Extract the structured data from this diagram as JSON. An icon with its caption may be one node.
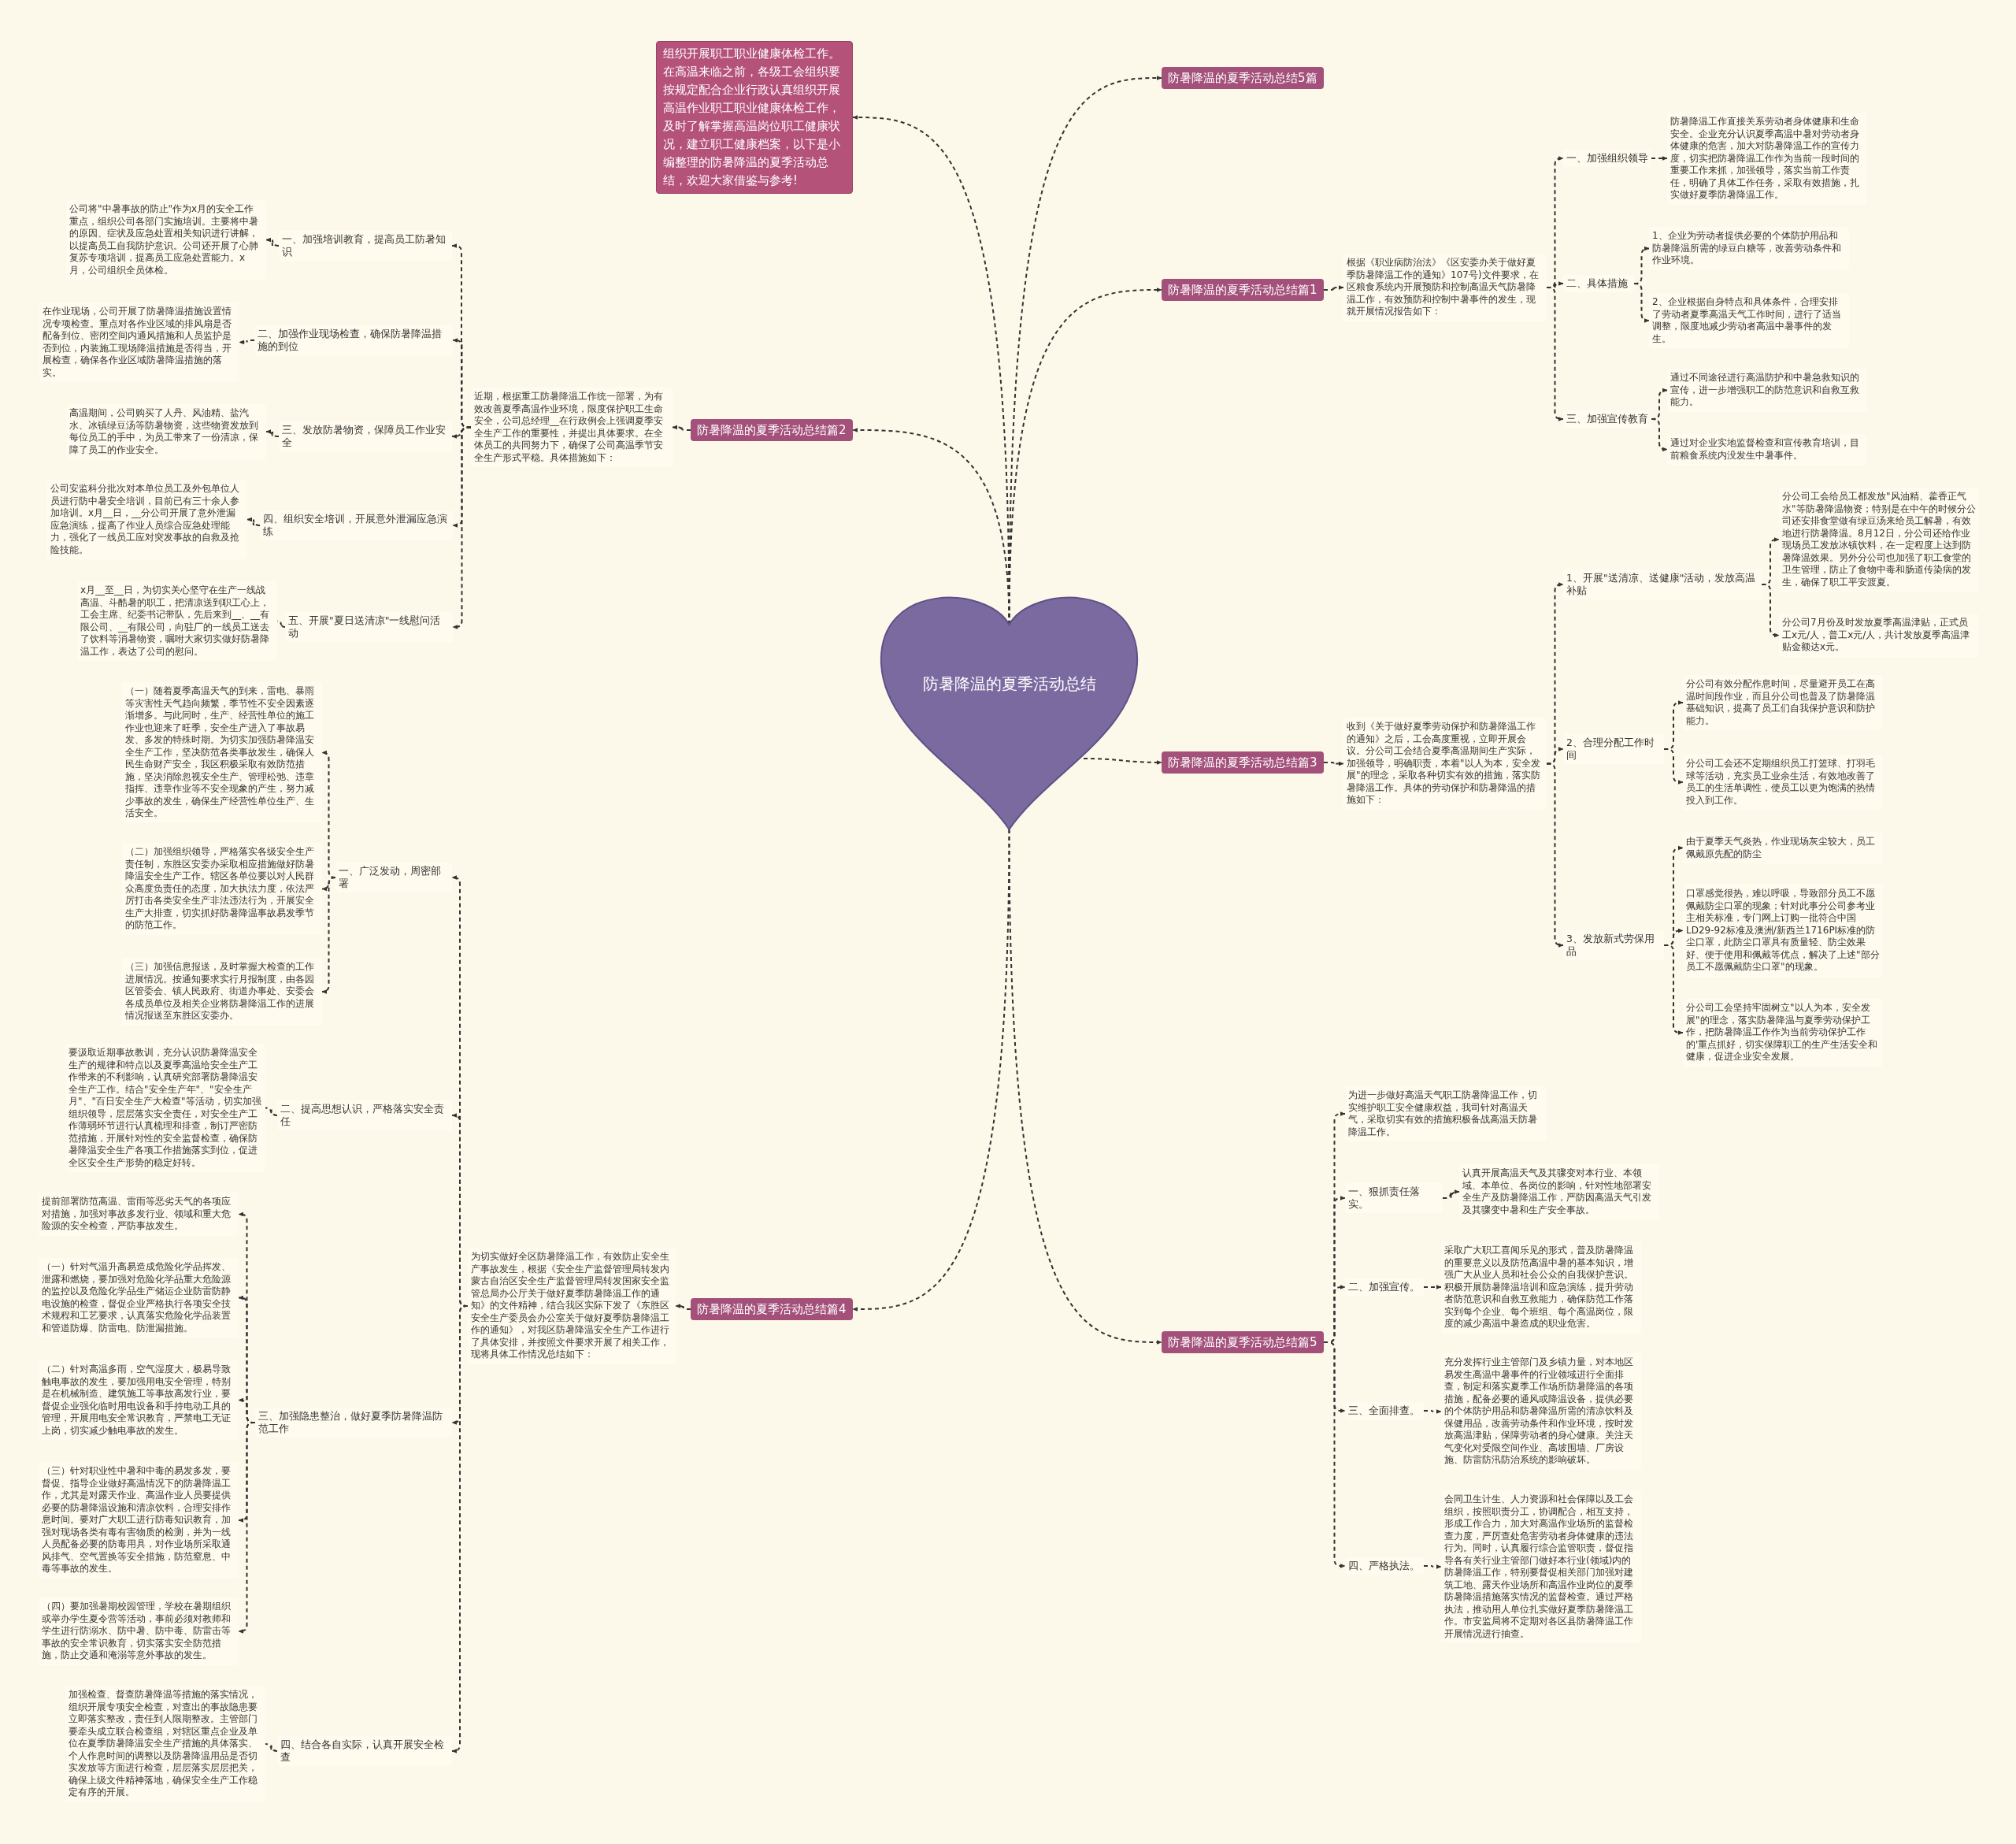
{
  "diagram": {
    "nodes": [
      {
        "text": [
          "防暑降温的夏季活动总结"
        ]
      },
      {
        "text": [
          "组织开展职工职业健康体检工作。在高温来临之前，各级工会组织要按规定配合企业行政认真组织开展高温作业职工职业健康体检工作，及时了解掌握高温岗位职工健康状况，建立职工健康档案，以下是小编整理的防暑降温的夏季活动总结，欢迎大家借鉴与参考!"
        ]
      },
      {
        "text": [
          "防暑降温的夏季活动总结5篇"
        ]
      },
      {
        "text": [
          "防暑降温的夏季活动总结篇1"
        ]
      },
      {
        "text": [
          "根据《职业病防治法》《区安委办关于做好夏季防暑降温工作的通知》107号)文件要求，在区粮食系统内开展预防和控制高温天气防暑降温工作，有效预防和控制中暑事件的发生，现就开展情况报告如下："
        ]
      },
      {
        "text": [
          "一、加强组织领导"
        ]
      },
      {
        "text": [
          "防暑降温工作直接关系劳动者身体健康和生命安全。企业充分认识夏季高温中暑对劳动者身体健康的危害，加大对防暑降温工作的宣传力度，切实把防暑降温工作作为当前一段时间的重要工作来抓，加强领导，落实当前工作责任，明确了具体工作任务，采取有效措施，扎实做好夏季防暑降温工作。"
        ]
      },
      {
        "text": [
          "二、具体措施"
        ]
      },
      {
        "text": [
          "1、企业为劳动者提供必要的个体防护用品和防暑降温所需的绿豆白糖等，改善劳动条件和作业环境。"
        ]
      },
      {
        "text": [
          "2、企业根据自身特点和具体条件，合理安排了劳动者夏季高温天气工作时间，进行了适当调整，限度地减少劳动者高温中暑事件的发生。"
        ]
      },
      {
        "text": [
          "三、加强宣传教育"
        ]
      },
      {
        "text": [
          "通过不同途径进行高温防护和中暑急救知识的宣传，进一步增强职工的防范意识和自救互救能力。"
        ]
      },
      {
        "text": [
          "通过对企业实地监督检查和宣传教育培训，目前粮食系统内没发生中暑事件。"
        ]
      },
      {
        "text": [
          "防暑降温的夏季活动总结篇2"
        ]
      },
      {
        "text": [
          "近期，根据重工防暑降温工作统一部署，为有效改善夏季高温作业环境，限度保护职工生命安全，公司总经理__在行政例会上强调夏季安全生产工作的重要性，并提出具体要求。在全体员工的共同努力下，确保了公司高温季节安全生产形式平稳。具体措施如下："
        ]
      },
      {
        "text": [
          "一、加强培训教育，提高员工防暑知识"
        ]
      },
      {
        "text": [
          "公司将\"中暑事故的防止\"作为x月的安全工作重点，组织公司各部门实施培训。主要将中暑的原因、症状及应急处置相关知识进行讲解，以提高员工自我防护意识。公司还开展了心肺复苏专项培训，提高员工应急处置能力。x月，公司组织全员体检。"
        ]
      },
      {
        "text": [
          "二、加强作业现场检查，确保防暑降温措施的到位"
        ]
      },
      {
        "text": [
          "在作业现场，公司开展了防暑降温措施设置情况专项检查。重点对各作业区域的排风扇是否配备到位、密闭空间内通风措施和人员监护是否到位，内装施工现场降温措施是否得当，开展检查，确保各作业区域防暑降温措施的落实。"
        ]
      },
      {
        "text": [
          "三、发放防暑物资，保障员工作业安全"
        ]
      },
      {
        "text": [
          "高温期间，公司购买了人丹、风油精、盐汽水、冰镇绿豆汤等防暑物资，这些物资发放到每位员工的手中，为员工带来了一份清凉，保障了员工的作业安全。"
        ]
      },
      {
        "text": [
          "四、组织安全培训，开展意外泄漏应急演练"
        ]
      },
      {
        "text": [
          "公司安监科分批次对本单位员工及外包单位人员进行防中暑安全培训，目前已有三十余人参加培训。x月__日，__分公司开展了意外泄漏应急演练，提高了作业人员综合应急处理能力，强化了一线员工应对突发事故的自救及抢险技能。"
        ]
      },
      {
        "text": [
          "五、开展\"夏日送清凉\"一线慰问活动"
        ]
      },
      {
        "text": [
          "x月__至__日，为切实关心坚守在生产一线战高温、斗酷暑的职工，把清凉送到职工心上，工会主席、纪委书记带队，先后来到__、__有限公司、__有限公司，向驻厂的一线员工送去了饮料等消暑物资，嘱咐大家切实做好防暑降温工作，表达了公司的慰问。"
        ]
      },
      {
        "text": [
          "防暑降温的夏季活动总结篇3"
        ]
      },
      {
        "text": [
          "收到《关于做好夏季劳动保护和防暑降温工作的通知》之后，工会高度重视，立即开展会议。分公司工会结合夏季高温期间生产实际，加强领导，明确职责，本着\"以人为本，安全发展\"的理念，采取各种切实有效的措施，落实防暑降温工作。具体的劳动保护和防暑降温的措施如下："
        ]
      },
      {
        "text": [
          "1、开展\"送清凉、送健康\"活动，发放高温补贴"
        ]
      },
      {
        "text": [
          "分公司工会给员工都发放\"风油精、藿香正气水\"等防暑降温物资；特别是在中午的时候分公司还安排食堂做有绿豆汤来给员工解暑，有效地进行防暑降温。8月12日，分公司还给作业现场员工发放冰镇饮料，在一定程度上达到防暑降温效果。另外分公司也加强了职工食堂的卫生管理，防止了食物中毒和肠道传染病的发生，确保了职工平安渡夏。"
        ]
      },
      {
        "text": [
          "分公司7月份及时发放夏季高温津贴，正式员工x元/人，普工x元/人，共计发放夏季高温津贴金额达x元。"
        ]
      },
      {
        "text": [
          "2、合理分配工作时间"
        ]
      },
      {
        "text": [
          "分公司有效分配作息时间，尽量避开员工在高温时间段作业，而且分公司也普及了防暑降温基础知识，提高了员工们自我保护意识和防护能力。"
        ]
      },
      {
        "text": [
          "分公司工会还不定期组织员工打篮球、打羽毛球等活动，充实员工业余生活，有效地改善了员工的生活单调性，使员工以更为饱满的热情投入到工作。"
        ]
      },
      {
        "text": [
          "3、发放新式劳保用品"
        ]
      },
      {
        "text": [
          "由于夏季天气炎热，作业现场灰尘较大，员工佩戴原先配的防尘"
        ]
      },
      {
        "text": [
          "口罩感觉很热，难以呼吸，导致部分员工不愿佩戴防尘口罩的现象；针对此事分公司参考业主相关标准，专门网上订购一批符合中国LD29-92标准及澳洲/新西兰1716PI标准的防尘口罩，此防尘口罩具有质量轻、防尘效果好、便于使用和佩戴等优点，解决了上述\"部分员工不愿佩戴防尘口罩\"的现象。"
        ]
      },
      {
        "text": [
          "分公司工会坚持牢固树立\"以人为本，安全发展\"的理念，落实防暑降温与夏季劳动保护工作，把防暑降温工作作为当前劳动保护工作的'重点抓好，切实保障职工的生产生活安全和健康，促进企业安全发展。"
        ]
      },
      {
        "text": [
          "防暑降温的夏季活动总结篇4"
        ]
      },
      {
        "text": [
          "为切实做好全区防暑降温工作，有效防止安全生产事故发生，根据《安全生产监督管理局转发内蒙古自治区安全生产监督管理局转发国家安全监管总局办公厅关于做好夏季防暑降温工作的通知》的文件精神，结合我区实际下发了《东胜区安全生产委员会办公室关于做好夏季防暑降温工作的通知》，对我区防暑降温安全生产工作进行了具体安排，并按照文件要求开展了相关工作，现将具体工作情况总结如下："
        ]
      },
      {
        "text": [
          "一、广泛发动，周密部署"
        ]
      },
      {
        "text": [
          "（一）随着夏季高温天气的到来，雷电、暴雨等灾害性天气趋向频繁，季节性不安全因素逐渐增多。与此同时，生产、经营性单位的施工作业也迎来了旺季，安全生产进入了事故易发、多发的特殊时期。为切实加强防暑降温安全生产工作，坚决防范各类事故发生，确保人民生命财产安全，我区积极采取有效防范措施，坚决消除忽视安全生产、管理松弛、违章指挥、违章作业等不安全现象的产生，努力减少事故的发生，确保生产经营性单位生产、生活安全。"
        ]
      },
      {
        "text": [
          "（二）加强组织领导，严格落实各级安全生产责任制，东胜区安委办采取相应措施做好防暑降温安全生产工作。辖区各单位要以对人民群众高度负责任的态度，加大执法力度，依法严厉打击各类安全生产非法违法行为，开展安全生产大排查，切实抓好防暑降温事故易发季节的防范工作。"
        ]
      },
      {
        "text": [
          "（三）加强信息报送，及时掌握大检查的工作进展情况。按通知要求实行月报制度，由各园区管委会、镇人民政府、街道办事处、安委会各成员单位及相关企业将防暑降温工作的进展情况报送至东胜区安委办。"
        ]
      },
      {
        "text": [
          "二、提高思想认识，严格落实安全责任"
        ]
      },
      {
        "text": [
          "要汲取近期事故教训，充分认识防暑降温安全生产的规律和特点以及夏季高温给安全生产工作带来的不利影响，认真研究部署防暑降温安全生产工作。结合\"安全生产年\"、\"安全生产月\"、\"百日安全生产大检查\"等活动，切实加强组织领导，层层落实安全责任，对安全生产工作薄弱环节进行认真梳理和排查，制订严密防范措施，开展针对性的安全监督检查，确保防暑降温安全生产各项工作措施落实到位，促进全区安全生产形势的稳定好转。"
        ]
      },
      {
        "text": [
          "三、加强隐患整治，做好夏季防暑降温防范工作"
        ]
      },
      {
        "text": [
          "提前部署防范高温、雷雨等恶劣天气的各项应对措施，加强对事故多发行业、领域和重大危险源的安全检查，严防事故发生。"
        ]
      },
      {
        "text": [
          "（一）针对气温升高易造成危险化学品挥发、泄露和燃烧，要加强对危险化学品重大危险源的监控以及危险化学品生产储运企业防雷防静电设施的检查，督促企业严格执行各项安全技术规程和工艺要求，认真落实危险化学品装置和管道防爆、防雷电、防泄漏措施。"
        ]
      },
      {
        "text": [
          "（二）针对高温多雨，空气湿度大，极易导致触电事故的发生，要加强用电安全管理，特别是在机械制造、建筑施工等事故高发行业，要督促企业强化临时用电设备和手持电动工具的管理，开展用电安全常识教育，严禁电工无证上岗，切实减少触电事故的发生。"
        ]
      },
      {
        "text": [
          "（三）针对职业性中暑和中毒的易发多发，要督促、指导企业做好高温情况下的防暑降温工作，尤其是对露天作业、高温作业人员要提供必要的防暑降温设施和清凉饮料，合理安排作息时间。要对广大职工进行防毒知识教育，加强对现场各类有毒有害物质的检测，并为一线人员配备必要的防毒用具，对作业场所采取通风排气、空气置换等安全措施，防范窒息、中毒等事故的发生。"
        ]
      },
      {
        "text": [
          "（四）要加强暑期校园管理，学校在暑期组织或举办学生夏令营等活动，事前必须对教师和学生进行防溺水、防中暑、防中毒、防雷击等事故的安全常识教育，切实落实安全防范措施，防止交通和淹溺等意外事故的发生。"
        ]
      },
      {
        "text": [
          "四、结合各自实际，认真开展安全检查"
        ]
      },
      {
        "text": [
          "加强检查、督查防暑降温等措施的落实情况，组织开展专项安全检查，对查出的事故隐患要立即落实整改，责任到人限期整改。主管部门要牵头成立联合检查组，对辖区重点企业及单位在夏季防暑降温安全生产措施的具体落实、个人作息时间的调整以及防暑降温用品是否切实发放等方面进行检查，层层落实层层把关，确保上级文件精神落地，确保安全生产工作稳定有序的开展。"
        ]
      },
      {
        "text": [
          "防暑降温的夏季活动总结篇5"
        ]
      },
      {
        "text": [
          "为进一步做好高温天气职工防暑降温工作，切实维护职工安全健康权益，我司针对高温天气，采取切实有效的措施积极备战高温天防暑降温工作。"
        ]
      },
      {
        "text": [
          "一、狠抓责任落实。"
        ]
      },
      {
        "text": [
          "认真开展高温天气及其骤变对本行业、本领域、本单位、各岗位的影响，针对性地部署安全生产及防暑降温工作，严防因高温天气引发及其骤变中暑和生产安全事故。"
        ]
      },
      {
        "text": [
          "二、加强宣传。"
        ]
      },
      {
        "text": [
          "采取广大职工喜闻乐见的形式，普及防暑降温的重要意义以及防范高温中暑的基本知识，增强广大从业人员和社会公众的自我保护意识。积极开展防暑降温培训和应急演练，提升劳动者防范意识和自救互救能力，确保防范工作落实到每个企业、每个班组、每个高温岗位，限度的减少高温中暑造成的职业危害。"
        ]
      },
      {
        "text": [
          "三、全面排查。"
        ]
      },
      {
        "text": [
          "充分发挥行业主管部门及乡镇力量，对本地区易发生高温中暑事件的行业领域进行全面排查，制定和落实夏季工作场所防暑降温的各项措施，配备必要的通风或降温设备，提供必要的个体防护用品和防暑降温所需的清凉饮料及保健用品，改善劳动条件和作业环境，按时发放高温津贴，保障劳动者的身心健康。关注天气变化对受限空间作业、高坡围墙、厂房设施、防雷防汛防治系统的影响破坏。"
        ]
      },
      {
        "text": [
          "四、严格执法。"
        ]
      },
      {
        "text": [
          "会同卫生计生、人力资源和社会保障以及工会组织，按照职责分工，协调配合，相互支持，形成工作合力，加大对高温作业场所的监督检查力度，严厉查处危害劳动者身体健康的违法行为。同时，认真履行综合监管职责，督促指导各有关行业主管部门做好本行业(领域)内的防暑降温工作，特别要督促相关部门加强对建筑工地、露天作业场所和高温作业岗位的夏季防暑降温措施落实情况的监督检查。通过严格执法，推动用人单位扎实做好夏季防暑降温工作。市安监局将不定期对各区县防暑降温工作开展情况进行抽查。"
        ]
      }
    ],
    "edges": [
      {
        "from": 0,
        "to": 1,
        "arrow": "to"
      },
      {
        "from": 0,
        "to": 2,
        "arrow": "to"
      },
      {
        "from": 0,
        "to": 3,
        "arrow": "to"
      },
      {
        "from": 0,
        "to": 13,
        "arrow": "to"
      },
      {
        "from": 0,
        "to": 25,
        "arrow": "to"
      },
      {
        "from": 0,
        "to": 37,
        "arrow": "to"
      },
      {
        "from": 0,
        "to": 53,
        "arrow": "to"
      },
      {
        "from": 3,
        "to": 4,
        "arrow": "to"
      },
      {
        "from": 4,
        "to": 5,
        "arrow": "to"
      },
      {
        "from": 5,
        "to": 6,
        "arrow": "to"
      },
      {
        "from": 4,
        "to": 7,
        "arrow": "to"
      },
      {
        "from": 7,
        "to": 8,
        "arrow": "to"
      },
      {
        "from": 7,
        "to": 9,
        "arrow": "to"
      },
      {
        "from": 4,
        "to": 10,
        "arrow": "to"
      },
      {
        "from": 10,
        "to": 11,
        "arrow": "to"
      },
      {
        "from": 10,
        "to": 12,
        "arrow": "to"
      },
      {
        "from": 13,
        "to": 14,
        "arrow": "to"
      },
      {
        "from": 14,
        "to": 15,
        "arrow": "to"
      },
      {
        "from": 15,
        "to": 16,
        "arrow": "to"
      },
      {
        "from": 14,
        "to": 17,
        "arrow": "to"
      },
      {
        "from": 17,
        "to": 18,
        "arrow": "to"
      },
      {
        "from": 14,
        "to": 19,
        "arrow": "to"
      },
      {
        "from": 19,
        "to": 20,
        "arrow": "to"
      },
      {
        "from": 14,
        "to": 21,
        "arrow": "to"
      },
      {
        "from": 21,
        "to": 22,
        "arrow": "to"
      },
      {
        "from": 14,
        "to": 23,
        "arrow": "to"
      },
      {
        "from": 23,
        "to": 24,
        "arrow": "to"
      },
      {
        "from": 25,
        "to": 26,
        "arrow": "to"
      },
      {
        "from": 26,
        "to": 27,
        "arrow": "to"
      },
      {
        "from": 27,
        "to": 28,
        "arrow": "to"
      },
      {
        "from": 27,
        "to": 29,
        "arrow": "to"
      },
      {
        "from": 26,
        "to": 30,
        "arrow": "to"
      },
      {
        "from": 30,
        "to": 31,
        "arrow": "to"
      },
      {
        "from": 30,
        "to": 32,
        "arrow": "to"
      },
      {
        "from": 26,
        "to": 33,
        "arrow": "to"
      },
      {
        "from": 33,
        "to": 34,
        "arrow": "to"
      },
      {
        "from": 33,
        "to": 35,
        "arrow": "to"
      },
      {
        "from": 33,
        "to": 36,
        "arrow": "to"
      },
      {
        "from": 37,
        "to": 38,
        "arrow": "to"
      },
      {
        "from": 38,
        "to": 39,
        "arrow": "to"
      },
      {
        "from": 39,
        "to": 40,
        "arrow": "to"
      },
      {
        "from": 39,
        "to": 41,
        "arrow": "to"
      },
      {
        "from": 39,
        "to": 42,
        "arrow": "to"
      },
      {
        "from": 38,
        "to": 43,
        "arrow": "to"
      },
      {
        "from": 43,
        "to": 44,
        "arrow": "to"
      },
      {
        "from": 38,
        "to": 45,
        "arrow": "to"
      },
      {
        "from": 45,
        "to": 46,
        "arrow": "to"
      },
      {
        "from": 45,
        "to": 47,
        "arrow": "to"
      },
      {
        "from": 45,
        "to": 48,
        "arrow": "to"
      },
      {
        "from": 45,
        "to": 49,
        "arrow": "to"
      },
      {
        "from": 45,
        "to": 50,
        "arrow": "to"
      },
      {
        "from": 38,
        "to": 51,
        "arrow": "to"
      },
      {
        "from": 51,
        "to": 52,
        "arrow": "to"
      },
      {
        "from": 53,
        "to": 54,
        "arrow": "to"
      },
      {
        "from": 53,
        "to": 55,
        "arrow": "to"
      },
      {
        "from": 55,
        "to": 56,
        "arrow": "to"
      },
      {
        "from": 53,
        "to": 57,
        "arrow": "to"
      },
      {
        "from": 57,
        "to": 58,
        "arrow": "to"
      },
      {
        "from": 53,
        "to": 59,
        "arrow": "to"
      },
      {
        "from": 59,
        "to": 60,
        "arrow": "to"
      },
      {
        "from": 53,
        "to": 61,
        "arrow": "to"
      },
      {
        "from": 61,
        "to": 62,
        "arrow": "to"
      }
    ]
  }
}
